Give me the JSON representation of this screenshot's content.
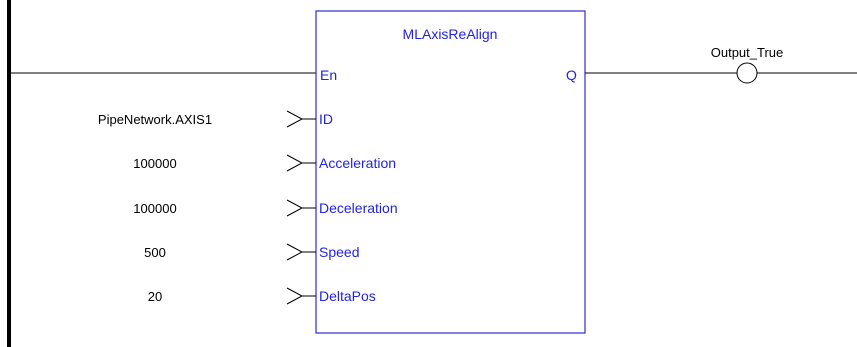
{
  "block": {
    "title": "MLAxisReAlign",
    "enable_pin": "En",
    "output_pin": "Q",
    "inputs": [
      {
        "pin": "ID",
        "value": "PipeNetwork.AXIS1"
      },
      {
        "pin": "Acceleration",
        "value": "100000"
      },
      {
        "pin": "Deceleration",
        "value": "100000"
      },
      {
        "pin": "Speed",
        "value": "500"
      },
      {
        "pin": "DeltaPos",
        "value": "20"
      }
    ]
  },
  "coil": {
    "label": "Output_True"
  },
  "colors": {
    "block_border": "#2b2bd6",
    "block_text": "#2323e0",
    "wire": "#000000",
    "rail": "#000000",
    "value_text": "#000000"
  }
}
